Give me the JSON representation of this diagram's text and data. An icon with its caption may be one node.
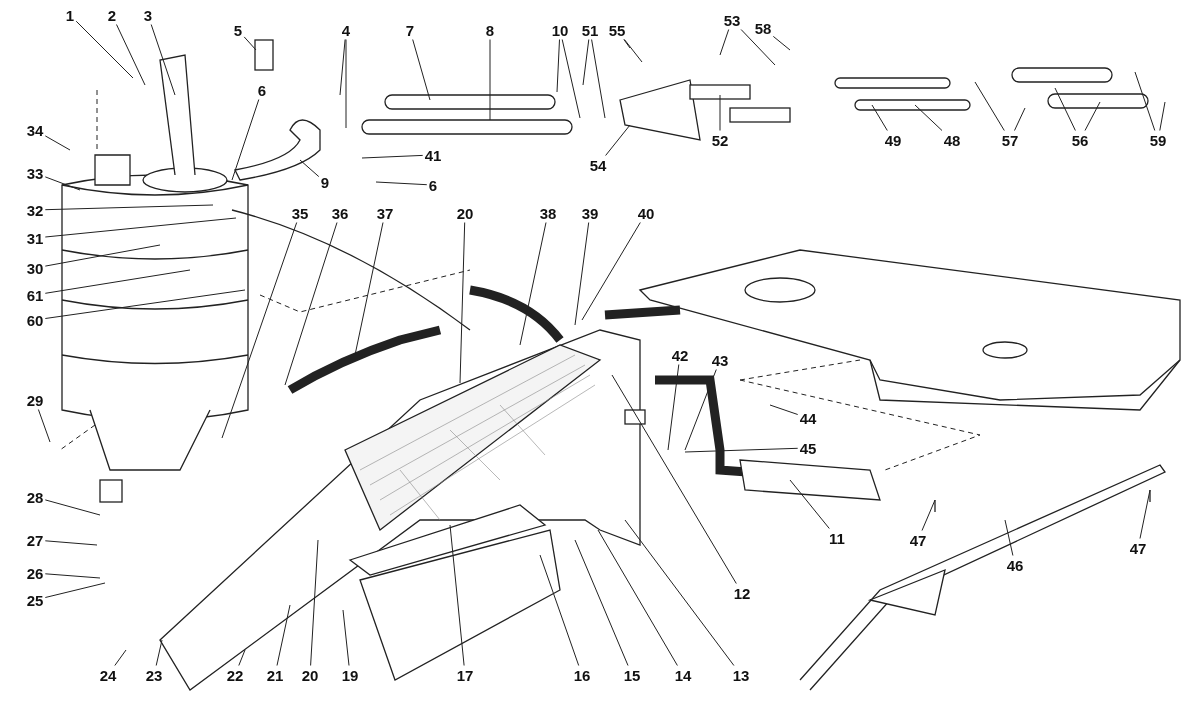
{
  "diagram": {
    "nodes": [
      {
        "text": [
          "1"
        ]
      },
      {
        "text": [
          "2"
        ]
      },
      {
        "text": [
          "3"
        ]
      },
      {
        "text": [
          "5"
        ]
      },
      {
        "text": [
          "4"
        ]
      },
      {
        "text": [
          "7"
        ]
      },
      {
        "text": [
          "8"
        ]
      },
      {
        "text": [
          "10"
        ]
      },
      {
        "text": [
          "51"
        ]
      },
      {
        "text": [
          "55"
        ]
      },
      {
        "text": [
          "53"
        ]
      },
      {
        "text": [
          "58"
        ]
      },
      {
        "text": [
          "6"
        ]
      },
      {
        "text": [
          "34"
        ]
      },
      {
        "text": [
          "54"
        ]
      },
      {
        "text": [
          "52"
        ]
      },
      {
        "text": [
          "49"
        ]
      },
      {
        "text": [
          "48"
        ]
      },
      {
        "text": [
          "57"
        ]
      },
      {
        "text": [
          "56"
        ]
      },
      {
        "text": [
          "59"
        ]
      },
      {
        "text": [
          "41"
        ]
      },
      {
        "text": [
          "33"
        ]
      },
      {
        "text": [
          "9"
        ]
      },
      {
        "text": [
          "6"
        ]
      },
      {
        "text": [
          "32"
        ]
      },
      {
        "text": [
          "35"
        ]
      },
      {
        "text": [
          "36"
        ]
      },
      {
        "text": [
          "37"
        ]
      },
      {
        "text": [
          "20"
        ]
      },
      {
        "text": [
          "38"
        ]
      },
      {
        "text": [
          "39"
        ]
      },
      {
        "text": [
          "40"
        ]
      },
      {
        "text": [
          "31"
        ]
      },
      {
        "text": [
          "30"
        ]
      },
      {
        "text": [
          "61"
        ]
      },
      {
        "text": [
          "60"
        ]
      },
      {
        "text": [
          "42"
        ]
      },
      {
        "text": [
          "43"
        ]
      },
      {
        "text": [
          "29"
        ]
      },
      {
        "text": [
          "44"
        ]
      },
      {
        "text": [
          "45"
        ]
      },
      {
        "text": [
          "28"
        ]
      },
      {
        "text": [
          "11"
        ]
      },
      {
        "text": [
          "47"
        ]
      },
      {
        "text": [
          "27"
        ]
      },
      {
        "text": [
          "47"
        ]
      },
      {
        "text": [
          "46"
        ]
      },
      {
        "text": [
          "26"
        ]
      },
      {
        "text": [
          "12"
        ]
      },
      {
        "text": [
          "25"
        ]
      },
      {
        "text": [
          "24"
        ]
      },
      {
        "text": [
          "23"
        ]
      },
      {
        "text": [
          "22"
        ]
      },
      {
        "text": [
          "21"
        ]
      },
      {
        "text": [
          "20"
        ]
      },
      {
        "text": [
          "19"
        ]
      },
      {
        "text": [
          "17"
        ]
      },
      {
        "text": [
          "16"
        ]
      },
      {
        "text": [
          "15"
        ]
      },
      {
        "text": [
          "14"
        ]
      },
      {
        "text": [
          "13"
        ]
      }
    ],
    "edges": [
      {
        "from": 0,
        "to": null,
        "arrow": "none"
      },
      {
        "from": 1,
        "to": null,
        "arrow": "none"
      },
      {
        "from": 2,
        "to": null,
        "arrow": "none"
      },
      {
        "from": 3,
        "to": null,
        "arrow": "none"
      },
      {
        "from": 4,
        "to": null,
        "arrow": "none"
      },
      {
        "from": 4,
        "to": null,
        "arrow": "none"
      },
      {
        "from": 5,
        "to": null,
        "arrow": "none"
      },
      {
        "from": 6,
        "to": null,
        "arrow": "none"
      },
      {
        "from": 7,
        "to": null,
        "arrow": "none"
      },
      {
        "from": 7,
        "to": null,
        "arrow": "none"
      },
      {
        "from": 8,
        "to": null,
        "arrow": "none"
      },
      {
        "from": 8,
        "to": null,
        "arrow": "none"
      },
      {
        "from": 9,
        "to": null,
        "arrow": "none"
      },
      {
        "from": 9,
        "to": null,
        "arrow": "none"
      },
      {
        "from": 10,
        "to": null,
        "arrow": "none"
      },
      {
        "from": 10,
        "to": null,
        "arrow": "none"
      },
      {
        "from": 11,
        "to": null,
        "arrow": "none"
      },
      {
        "from": 12,
        "to": null,
        "arrow": "none"
      },
      {
        "from": 13,
        "to": null,
        "arrow": "none"
      },
      {
        "from": 14,
        "to": null,
        "arrow": "none"
      },
      {
        "from": 15,
        "to": null,
        "arrow": "none"
      },
      {
        "from": 16,
        "to": null,
        "arrow": "none"
      },
      {
        "from": 17,
        "to": null,
        "arrow": "none"
      },
      {
        "from": 18,
        "to": null,
        "arrow": "none"
      },
      {
        "from": 18,
        "to": null,
        "arrow": "none"
      },
      {
        "from": 19,
        "to": null,
        "arrow": "none"
      },
      {
        "from": 19,
        "to": null,
        "arrow": "none"
      },
      {
        "from": 20,
        "to": null,
        "arrow": "none"
      },
      {
        "from": 20,
        "to": null,
        "arrow": "none"
      },
      {
        "from": 21,
        "to": null,
        "arrow": "none"
      },
      {
        "from": 22,
        "to": null,
        "arrow": "none"
      },
      {
        "from": 23,
        "to": null,
        "arrow": "none"
      },
      {
        "from": 24,
        "to": null,
        "arrow": "none"
      },
      {
        "from": 25,
        "to": null,
        "arrow": "none"
      },
      {
        "from": 26,
        "to": null,
        "arrow": "none"
      },
      {
        "from": 27,
        "to": null,
        "arrow": "none"
      },
      {
        "from": 28,
        "to": null,
        "arrow": "none"
      },
      {
        "from": 29,
        "to": null,
        "arrow": "none"
      },
      {
        "from": 30,
        "to": null,
        "arrow": "none"
      },
      {
        "from": 31,
        "to": null,
        "arrow": "none"
      },
      {
        "from": 32,
        "to": null,
        "arrow": "none"
      },
      {
        "from": 33,
        "to": null,
        "arrow": "none"
      },
      {
        "from": 34,
        "to": null,
        "arrow": "none"
      },
      {
        "from": 35,
        "to": null,
        "arrow": "none"
      },
      {
        "from": 36,
        "to": null,
        "arrow": "none"
      },
      {
        "from": 37,
        "to": null,
        "arrow": "none"
      },
      {
        "from": 38,
        "to": null,
        "arrow": "none"
      },
      {
        "from": 39,
        "to": null,
        "arrow": "none"
      },
      {
        "from": 40,
        "to": null,
        "arrow": "none"
      },
      {
        "from": 41,
        "to": null,
        "arrow": "none"
      },
      {
        "from": 42,
        "to": null,
        "arrow": "none"
      },
      {
        "from": 43,
        "to": null,
        "arrow": "none"
      },
      {
        "from": 44,
        "to": null,
        "arrow": "none"
      },
      {
        "from": 45,
        "to": null,
        "arrow": "none"
      },
      {
        "from": 46,
        "to": null,
        "arrow": "none"
      },
      {
        "from": 47,
        "to": null,
        "arrow": "none"
      },
      {
        "from": 48,
        "to": null,
        "arrow": "none"
      },
      {
        "from": 49,
        "to": null,
        "arrow": "none"
      },
      {
        "from": 50,
        "to": null,
        "arrow": "none"
      },
      {
        "from": 51,
        "to": null,
        "arrow": "none"
      },
      {
        "from": 52,
        "to": null,
        "arrow": "none"
      },
      {
        "from": 53,
        "to": null,
        "arrow": "none"
      },
      {
        "from": 54,
        "to": null,
        "arrow": "none"
      },
      {
        "from": 55,
        "to": null,
        "arrow": "none"
      },
      {
        "from": 56,
        "to": null,
        "arrow": "none"
      },
      {
        "from": 57,
        "to": null,
        "arrow": "none"
      },
      {
        "from": 58,
        "to": null,
        "arrow": "none"
      },
      {
        "from": 59,
        "to": null,
        "arrow": "none"
      },
      {
        "from": 60,
        "to": null,
        "arrow": "none"
      },
      {
        "from": 61,
        "to": null,
        "arrow": "none"
      }
    ]
  }
}
